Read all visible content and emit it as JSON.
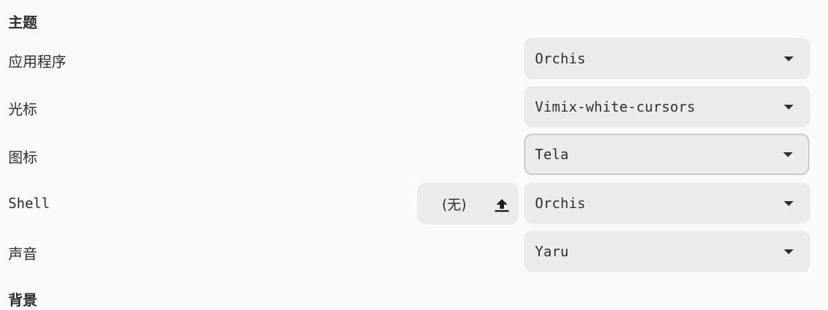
{
  "sections": {
    "themes_title": "主题",
    "background_title": "背景"
  },
  "rows": {
    "applications": {
      "label": "应用程序",
      "value": "Orchis"
    },
    "cursor": {
      "label": "光标",
      "value": "Vimix-white-cursors"
    },
    "icons": {
      "label": "图标",
      "value": "Tela"
    },
    "shell": {
      "label": "Shell",
      "value": "Orchis",
      "extension_button_label": "(无)",
      "extension_button_icon": "upload-icon"
    },
    "sound": {
      "label": "声音",
      "value": "Yaru"
    }
  },
  "colors": {
    "background": "#fafafa",
    "control": "#ebebeb",
    "text": "#2e2e2e",
    "focus_border": "#c9c9c9"
  }
}
